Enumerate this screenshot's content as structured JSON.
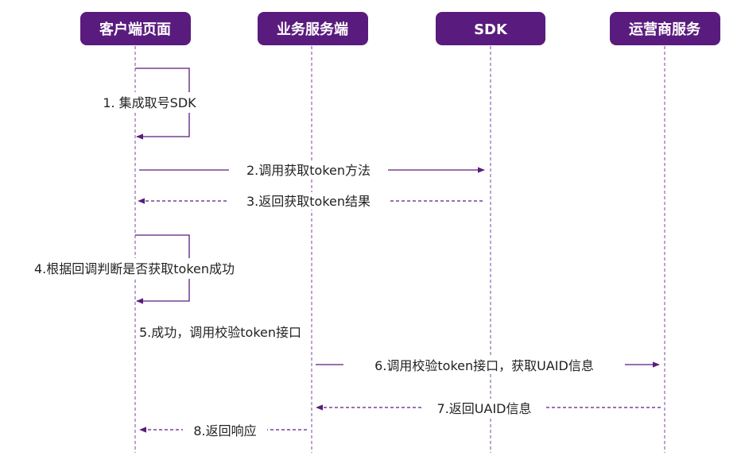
{
  "colors": {
    "participant_fill": "#5a1b7e",
    "participant_text": "#ffffff",
    "lifeline": "#7a4a9a",
    "arrow": "#5a1b7e",
    "label": "#222222"
  },
  "participants": [
    {
      "id": "client",
      "label": "客户端页面"
    },
    {
      "id": "biz",
      "label": "业务服务端"
    },
    {
      "id": "sdk",
      "label": "SDK"
    },
    {
      "id": "carrier",
      "label": "运营商服务"
    }
  ],
  "messages": [
    {
      "label": "1. 集成取号SDK"
    },
    {
      "label": "2.调用获取token方法"
    },
    {
      "label": "3.返回获取token结果"
    },
    {
      "label": "4.根据回调判断是否获取token成功"
    },
    {
      "label": "5.成功，调用校验token接口"
    },
    {
      "label": "6.调用校验token接口，获取UAID信息"
    },
    {
      "label": "7.返回UAID信息"
    },
    {
      "label": "8.返回响应"
    }
  ]
}
